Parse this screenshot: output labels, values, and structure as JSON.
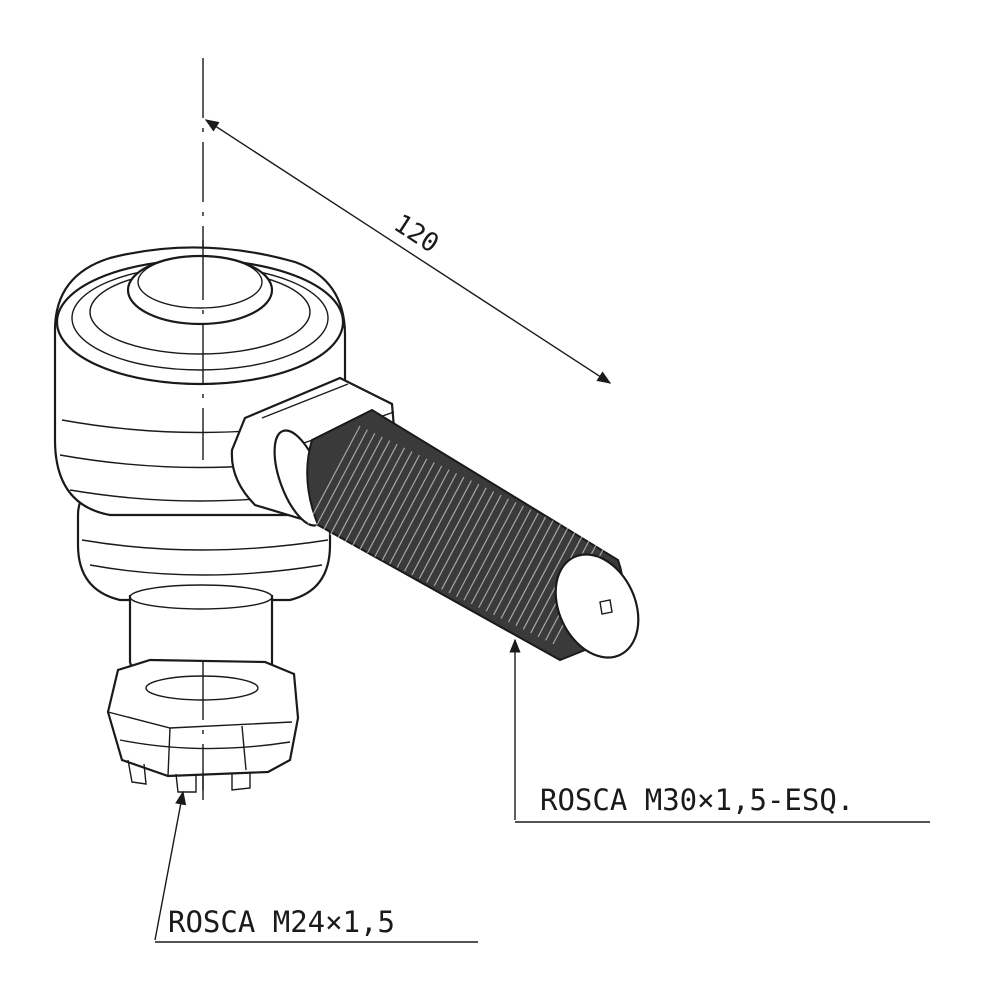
{
  "drawing": {
    "dimension_value": "120",
    "callouts": {
      "shank_thread": "ROSCA M30×1,5-ESQ.",
      "stud_thread": "ROSCA M24×1,5"
    }
  },
  "colors": {
    "ink": "#1a1a1a",
    "background": "#ffffff",
    "thread_dark": "#2b2b2b"
  }
}
